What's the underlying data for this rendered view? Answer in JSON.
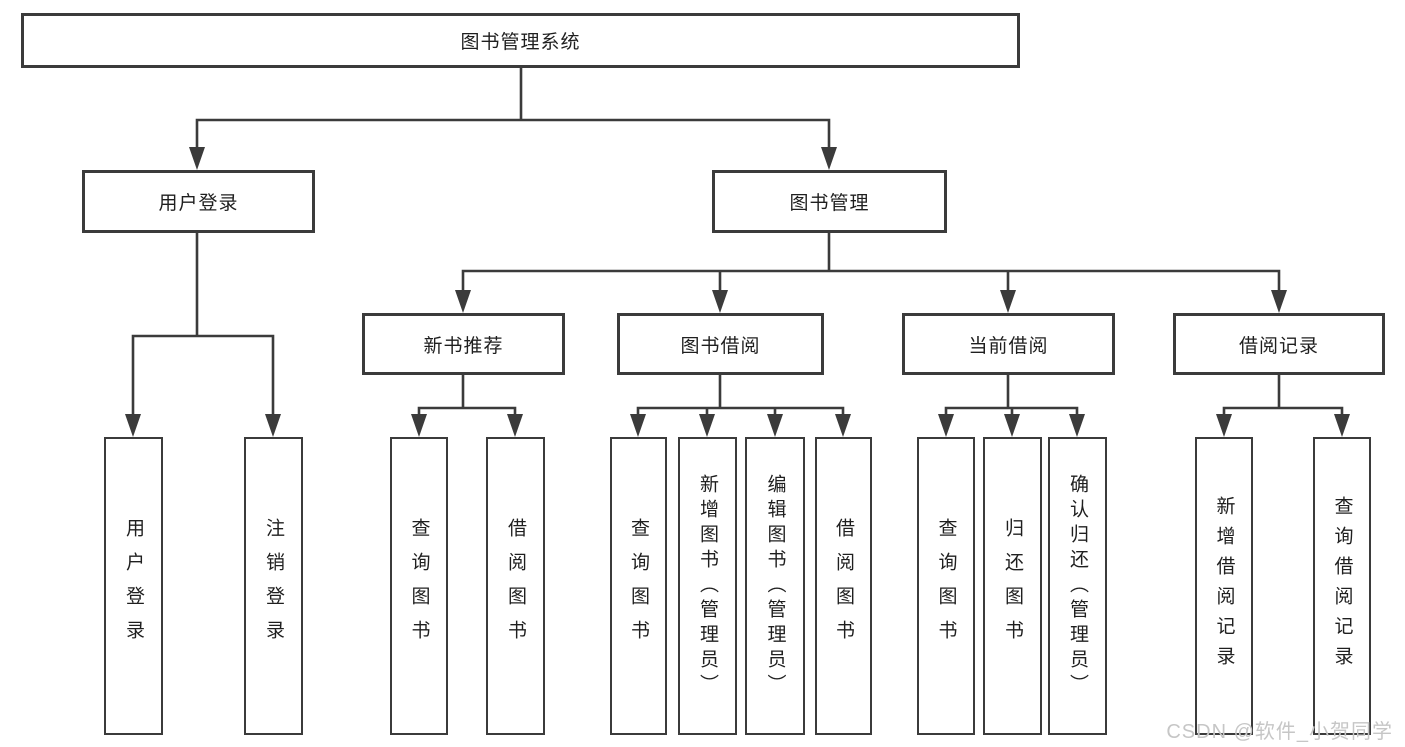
{
  "diagram": {
    "tree": {
      "root": {
        "label": "图书管理系统",
        "children": [
          {
            "label": "用户登录",
            "children": [
              {
                "label": "用户登录"
              },
              {
                "label": "注销登录"
              }
            ]
          },
          {
            "label": "图书管理",
            "children": [
              {
                "label": "新书推荐",
                "children": [
                  {
                    "label": "查询图书"
                  },
                  {
                    "label": "借阅图书"
                  }
                ]
              },
              {
                "label": "图书借阅",
                "children": [
                  {
                    "label": "查询图书"
                  },
                  {
                    "label": "新增图书（管理员）"
                  },
                  {
                    "label": "编辑图书（管理员）"
                  },
                  {
                    "label": "借阅图书"
                  }
                ]
              },
              {
                "label": "当前借阅",
                "children": [
                  {
                    "label": "查询图书"
                  },
                  {
                    "label": "归还图书"
                  },
                  {
                    "label": "确认归还（管理员）"
                  }
                ]
              },
              {
                "label": "借阅记录",
                "children": [
                  {
                    "label": "新增借阅记录"
                  },
                  {
                    "label": "查询借阅记录"
                  }
                ]
              }
            ]
          }
        ]
      }
    },
    "colors": {
      "line": "#3b3b3b",
      "box_border": "#3b3b3b",
      "text": "#1f1f1f",
      "background": "#ffffff",
      "watermark_text": "#c6c6c6"
    }
  },
  "watermark": {
    "text": "CSDN @软件_小贺同学"
  }
}
